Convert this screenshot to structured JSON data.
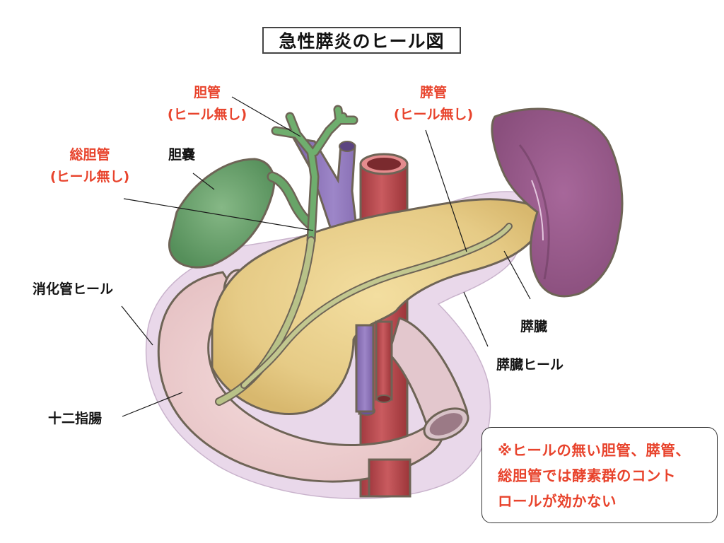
{
  "title": "急性膵炎のヒール図",
  "colors": {
    "label_red": "#e8432c",
    "label_black": "#141414",
    "gallbladder": "#5e9b63",
    "bile_duct": "#6aa36a",
    "pancreatic_duct": "#b3bd7d",
    "pancreas": "#e8cf8c",
    "spleen": "#9a5c8c",
    "portal_vein": "#8c73b8",
    "aorta": "#b8454a",
    "duodenum": "#f0d2d2",
    "heal_membrane": "#e6d3e6",
    "outline": "#7a6e60"
  },
  "labels": {
    "bile_duct": {
      "name": "胆管",
      "note": "(ヒール無し)"
    },
    "pancreatic_duct": {
      "name": "膵管",
      "note": "(ヒール無し)"
    },
    "common_bile_duct": {
      "name": "総胆管",
      "note": "(ヒール無し)"
    },
    "gallbladder": "胆嚢",
    "digestive_heal": "消化管ヒール",
    "pancreas": "膵臓",
    "pancreas_heal": "膵臓ヒール",
    "duodenum": "十二指腸"
  },
  "note": {
    "lines": [
      "※ヒールの無い胆管、膵管、",
      "総胆管では酵素群のコント",
      "ロールが効かない"
    ]
  }
}
